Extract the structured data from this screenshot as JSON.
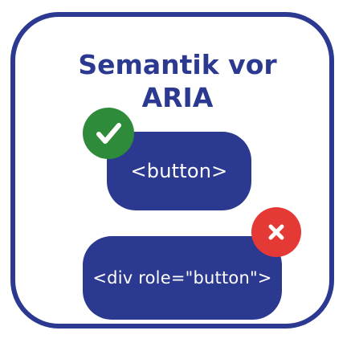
{
  "title": {
    "line1": "Semantik vor",
    "line2": "ARIA"
  },
  "good_example": {
    "code": "<button>",
    "badge_icon": "check-icon",
    "badge_color": "#2e8b3a"
  },
  "bad_example": {
    "code": "<div role=\"button\">",
    "badge_icon": "cross-icon",
    "badge_color": "#e53935"
  },
  "colors": {
    "primary": "#2b3990",
    "background": "#ffffff"
  }
}
